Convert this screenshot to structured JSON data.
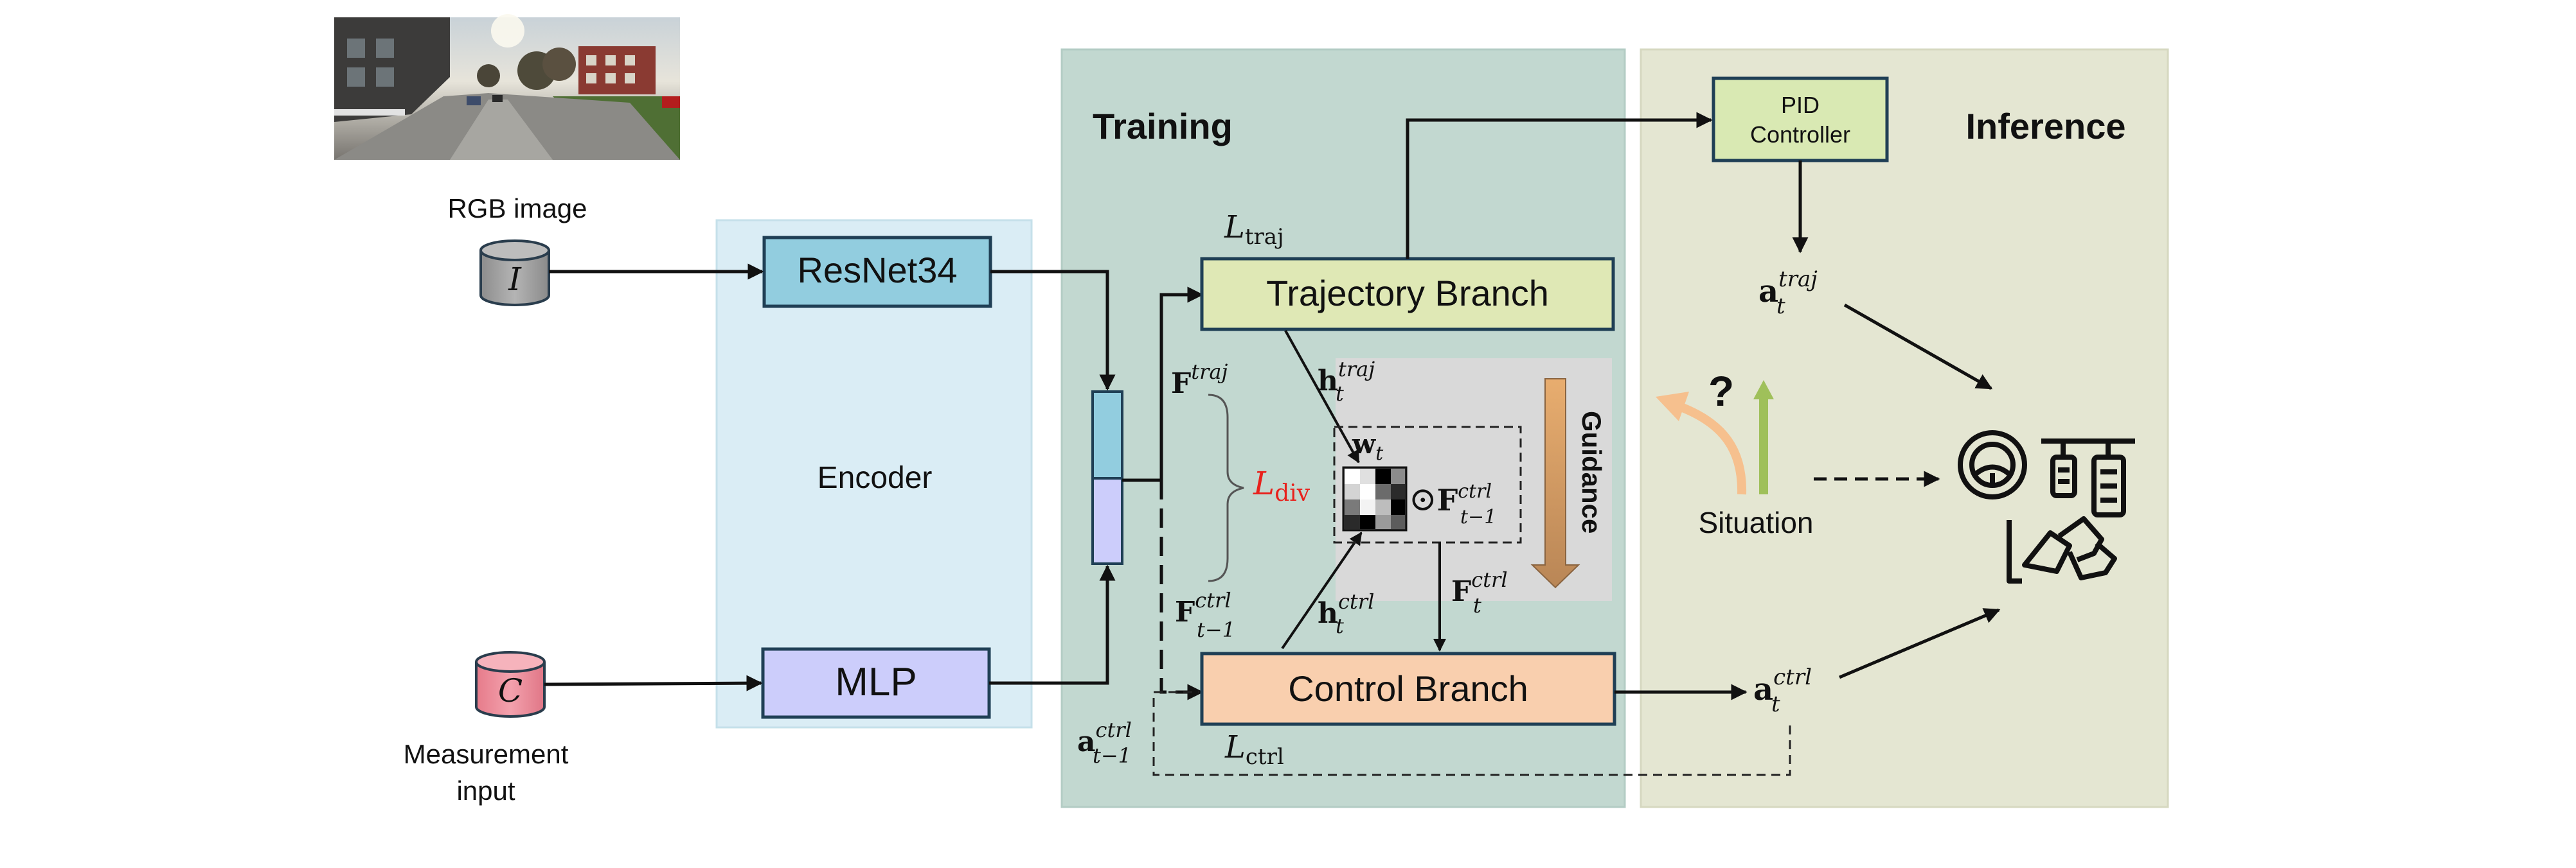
{
  "inputs": {
    "rgb_label": "RGB image",
    "rgb_symbol": "I",
    "measurement_label_line1": "Measurement",
    "measurement_label_line2": "input",
    "measurement_symbol": "C"
  },
  "encoder": {
    "title": "Encoder",
    "resnet": "ResNet34",
    "mlp": "MLP"
  },
  "training": {
    "title": "Training",
    "trajectory_branch": "Trajectory Branch",
    "control_branch": "Control Branch",
    "guidance": "Guidance",
    "loss_traj": {
      "script": "L",
      "sub": "traj"
    },
    "loss_div": {
      "script": "L",
      "sub": "div"
    },
    "loss_ctrl": {
      "script": "L",
      "sub": "ctrl"
    },
    "f_traj": {
      "base": "F",
      "sup": "traj"
    },
    "f_ctrl_prev": {
      "base": "F",
      "sup": "ctrl",
      "sub": "t−1"
    },
    "h_traj": {
      "base": "h",
      "sup": "traj",
      "sub": "t"
    },
    "h_ctrl": {
      "base": "h",
      "sup": "ctrl",
      "sub": "t"
    },
    "w_t": {
      "base": "w",
      "sub": "t"
    },
    "odot_f": {
      "op": "⊙",
      "base": "F",
      "sup": "ctrl",
      "sub": "t−1"
    },
    "f_ctrl_t": {
      "base": "F",
      "sup": "ctrl",
      "sub": "t"
    },
    "a_ctrl_prev": {
      "base": "a",
      "sup": "ctrl",
      "sub": "t−1"
    }
  },
  "inference": {
    "title": "Inference",
    "pid_line1": "PID",
    "pid_line2": "Controller",
    "a_traj": {
      "base": "a",
      "sup": "traj",
      "sub": "t"
    },
    "a_ctrl": {
      "base": "a",
      "sup": "ctrl",
      "sub": "t"
    },
    "situation": "Situation",
    "question": "?"
  },
  "colors": {
    "encoder_panel": "#daedf5",
    "training_panel": "#c2d8d0",
    "inference_panel": "#e4e6d2",
    "resnet_fill": "#92cddf",
    "mlp_fill": "#cccdfb",
    "trajectory_fill": "#dfe8b5",
    "control_fill": "#f9cfae",
    "pid_fill": "#d9e9b3",
    "guidance_gray": "#d9d9d9",
    "loss_div_red": "#e8211c",
    "rgb_cylinder": "#a8a8a8",
    "measurement_cylinder": "#ef8f9c",
    "box_stroke": "#1f3f55"
  }
}
